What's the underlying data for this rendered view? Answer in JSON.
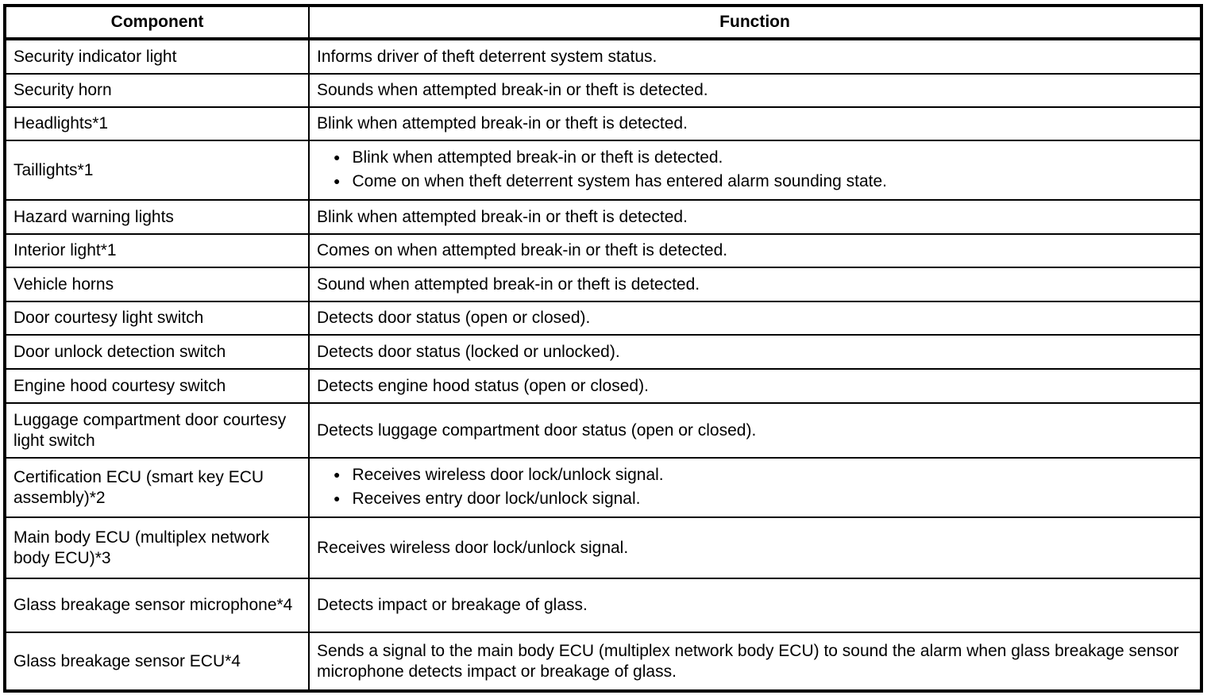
{
  "colors": {
    "background": "#ffffff",
    "border": "#000000",
    "text": "#000000"
  },
  "icons": {
    "bullet": "●"
  },
  "table": {
    "header": {
      "component": "Component",
      "function": "Function"
    },
    "rows": [
      {
        "component": "Security indicator light",
        "function": [
          "Informs driver of theft deterrent system status."
        ]
      },
      {
        "component": "Security horn",
        "function": [
          "Sounds when attempted break-in or theft is detected."
        ]
      },
      {
        "component": "Headlights*1",
        "function": [
          "Blink when attempted break-in or theft is detected."
        ]
      },
      {
        "component": "Taillights*1",
        "function": [
          "Blink when attempted break-in or theft is detected.",
          "Come on when theft deterrent system has entered alarm sounding state."
        ]
      },
      {
        "component": "Hazard warning lights",
        "function": [
          "Blink when attempted break-in or theft is detected."
        ]
      },
      {
        "component": "Interior light*1",
        "function": [
          "Comes on when attempted break-in or theft is detected."
        ]
      },
      {
        "component": "Vehicle horns",
        "function": [
          "Sound when attempted break-in or theft is detected."
        ]
      },
      {
        "component": "Door courtesy light switch",
        "function": [
          "Detects door status (open or closed)."
        ]
      },
      {
        "component": "Door unlock detection switch",
        "function": [
          "Detects door status (locked or unlocked)."
        ]
      },
      {
        "component": "Engine hood courtesy switch",
        "function": [
          "Detects engine hood status (open or closed)."
        ]
      },
      {
        "component": "Luggage compartment door courtesy light switch",
        "function": [
          "Detects luggage compartment door status (open or closed)."
        ]
      },
      {
        "component": "Certification ECU (smart key ECU assembly)*2",
        "function": [
          "Receives wireless door lock/unlock signal.",
          "Receives entry door lock/unlock signal."
        ]
      },
      {
        "component": "Main body ECU (multiplex network body ECU)*3",
        "function": [
          "Receives wireless door lock/unlock signal."
        ]
      },
      {
        "component": "Glass breakage sensor microphone*4",
        "function": [
          "Detects impact or breakage of glass."
        ]
      },
      {
        "component": "Glass breakage sensor ECU*4",
        "function": [
          "Sends a signal to the main body ECU (multiplex network body ECU) to sound the alarm when glass breakage sensor microphone detects impact or breakage of glass."
        ]
      }
    ]
  }
}
